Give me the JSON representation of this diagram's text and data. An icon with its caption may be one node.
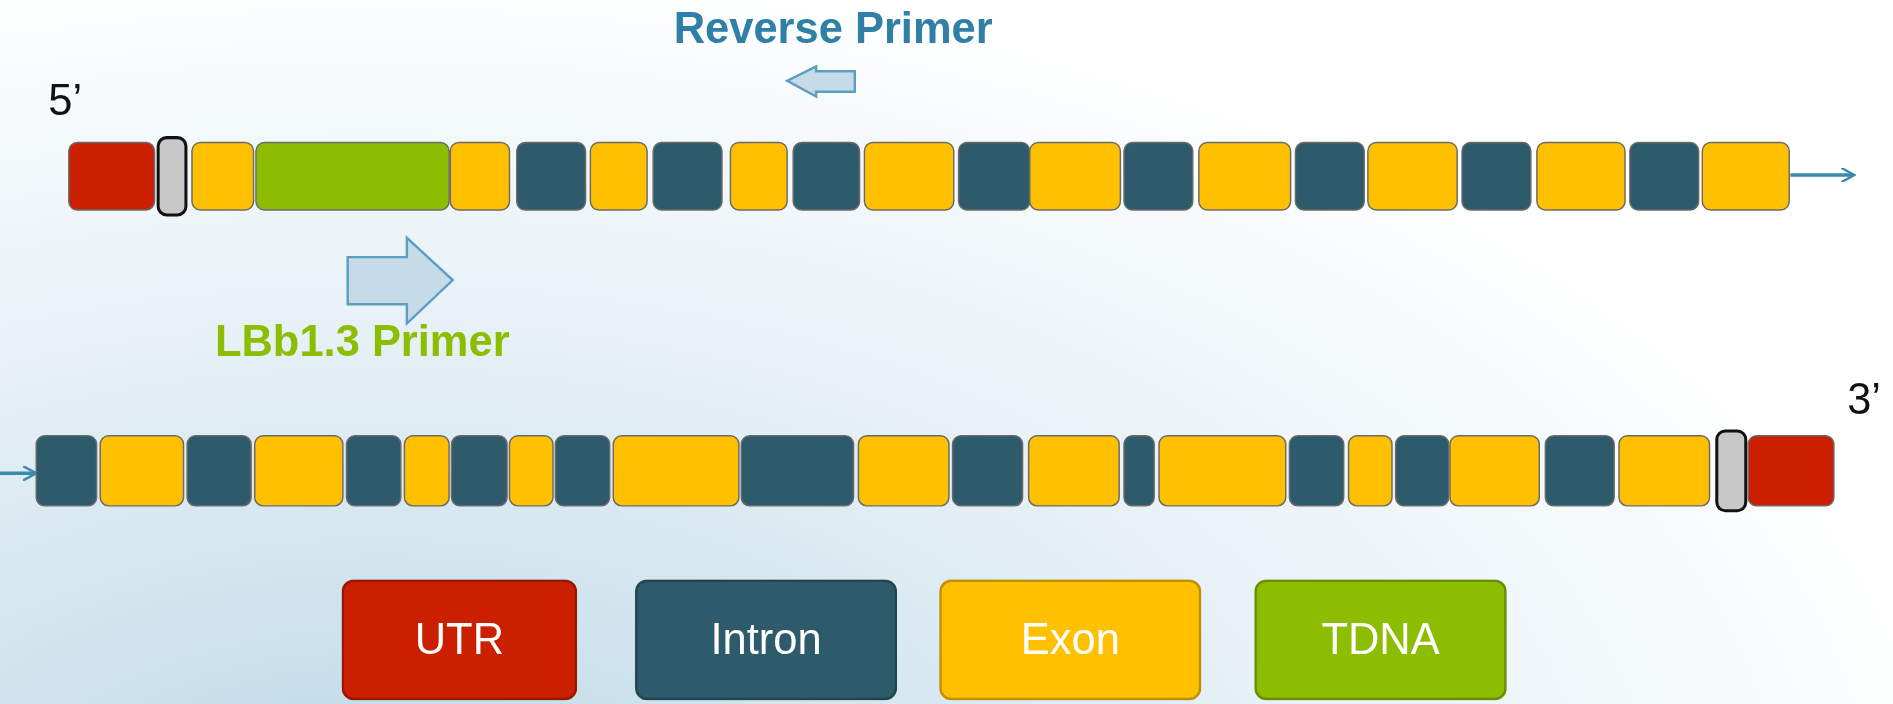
{
  "diagram": {
    "labels": [
      "Reverse Primer",
      "5’",
      "LBb1.3 Primer",
      "3’"
    ],
    "legend": [
      {
        "text": "UTR",
        "color": "#cc1f00"
      },
      {
        "text": "Intron",
        "color": "#2d5b6b"
      },
      {
        "text": "Exon",
        "color": "#ffc000"
      },
      {
        "text": "TDNA",
        "color": "#8dbd00"
      }
    ]
  }
}
